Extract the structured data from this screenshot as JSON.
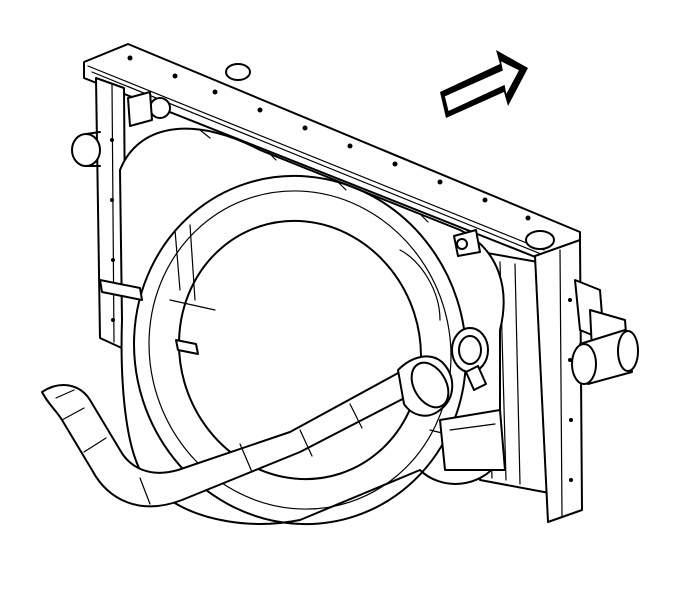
{
  "figure": {
    "kind": "line-art technical illustration",
    "subject_parts": [
      "radiator-support-frame",
      "fan-shroud",
      "radiator-hose",
      "direction-arrow"
    ],
    "colors": {
      "line": "#000000",
      "background": "#ffffff",
      "arrow_shade": "#000000"
    },
    "arrow_direction": "up-right"
  }
}
